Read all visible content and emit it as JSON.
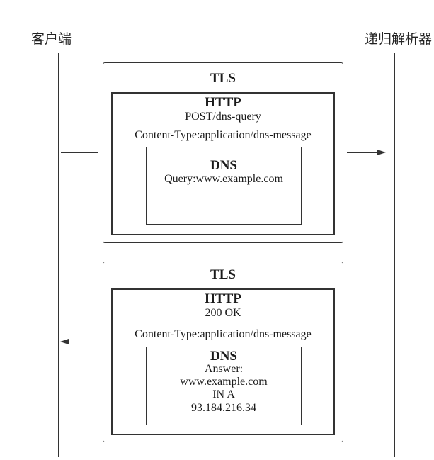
{
  "lanes": {
    "client": "客户端",
    "resolver": "递归解析器"
  },
  "request": {
    "tls": "TLS",
    "http": "HTTP",
    "http_lines": [
      "POST/dns-query",
      "Content-Type:application/dns-message"
    ],
    "dns": "DNS",
    "dns_lines": [
      "Query:www.example.com"
    ]
  },
  "response": {
    "tls": "TLS",
    "http": "HTTP",
    "http_lines": [
      "200 OK",
      "Content-Type:application/dns-message"
    ],
    "dns": "DNS",
    "dns_lines": [
      "Answer:",
      "www.example.com",
      "IN A",
      "93.184.216.34"
    ]
  }
}
